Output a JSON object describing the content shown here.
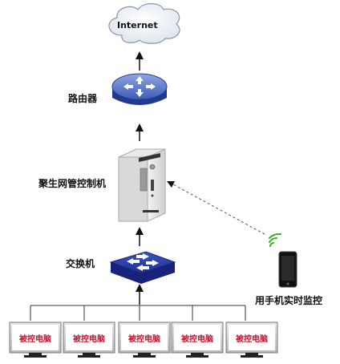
{
  "nodes": {
    "internet": "Internet",
    "router": "路由器",
    "controller": "聚生网管控制机",
    "switch": "交换机",
    "phone": "用手机实时监控",
    "client": "被控电脑"
  },
  "clients": [
    "被控电脑",
    "被控电脑",
    "被控电脑",
    "被控电脑",
    "被控电脑"
  ]
}
